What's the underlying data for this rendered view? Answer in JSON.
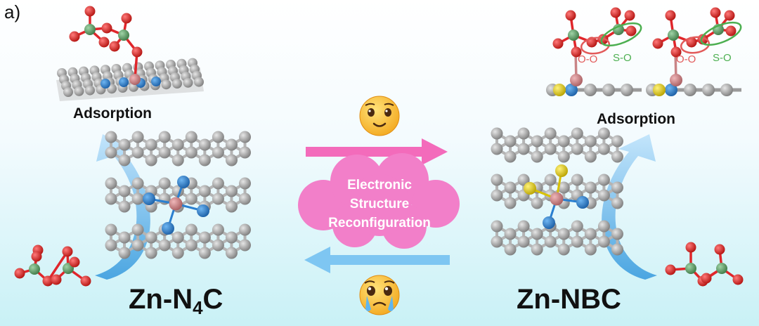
{
  "panel_label": "a)",
  "left": {
    "adsorption_label": "Adsorption",
    "catalyst_prefix": "Zn-N",
    "catalyst_subscript": "4",
    "catalyst_suffix": "C"
  },
  "right": {
    "adsorption_label": "Adsorption",
    "catalyst_name": "Zn-NBC",
    "bond_labels": [
      {
        "oo": "O-O",
        "so": "S-O"
      },
      {
        "oo": "O-O",
        "so": "S-O"
      }
    ]
  },
  "center": {
    "process_lines": [
      "Electronic",
      "Structure",
      "Reconfiguration"
    ],
    "forward_emoji": "happy-emoji",
    "reverse_emoji": "sad-emoji"
  },
  "colors": {
    "carbon": "#9b9b9b",
    "nitrogen": "#2a7fd0",
    "zinc": "#c98486",
    "boron": "#e6d21a",
    "oxygen": "#e0262b",
    "sulfur": "#5e9a65",
    "oo_highlight": "#e25a5a",
    "so_highlight": "#4caf50",
    "forward_arrow": "#f36bbb",
    "reverse_arrow": "#7ec6f2",
    "cloud": "#f27fc9",
    "curved_arrow": "#6ab7ee"
  }
}
